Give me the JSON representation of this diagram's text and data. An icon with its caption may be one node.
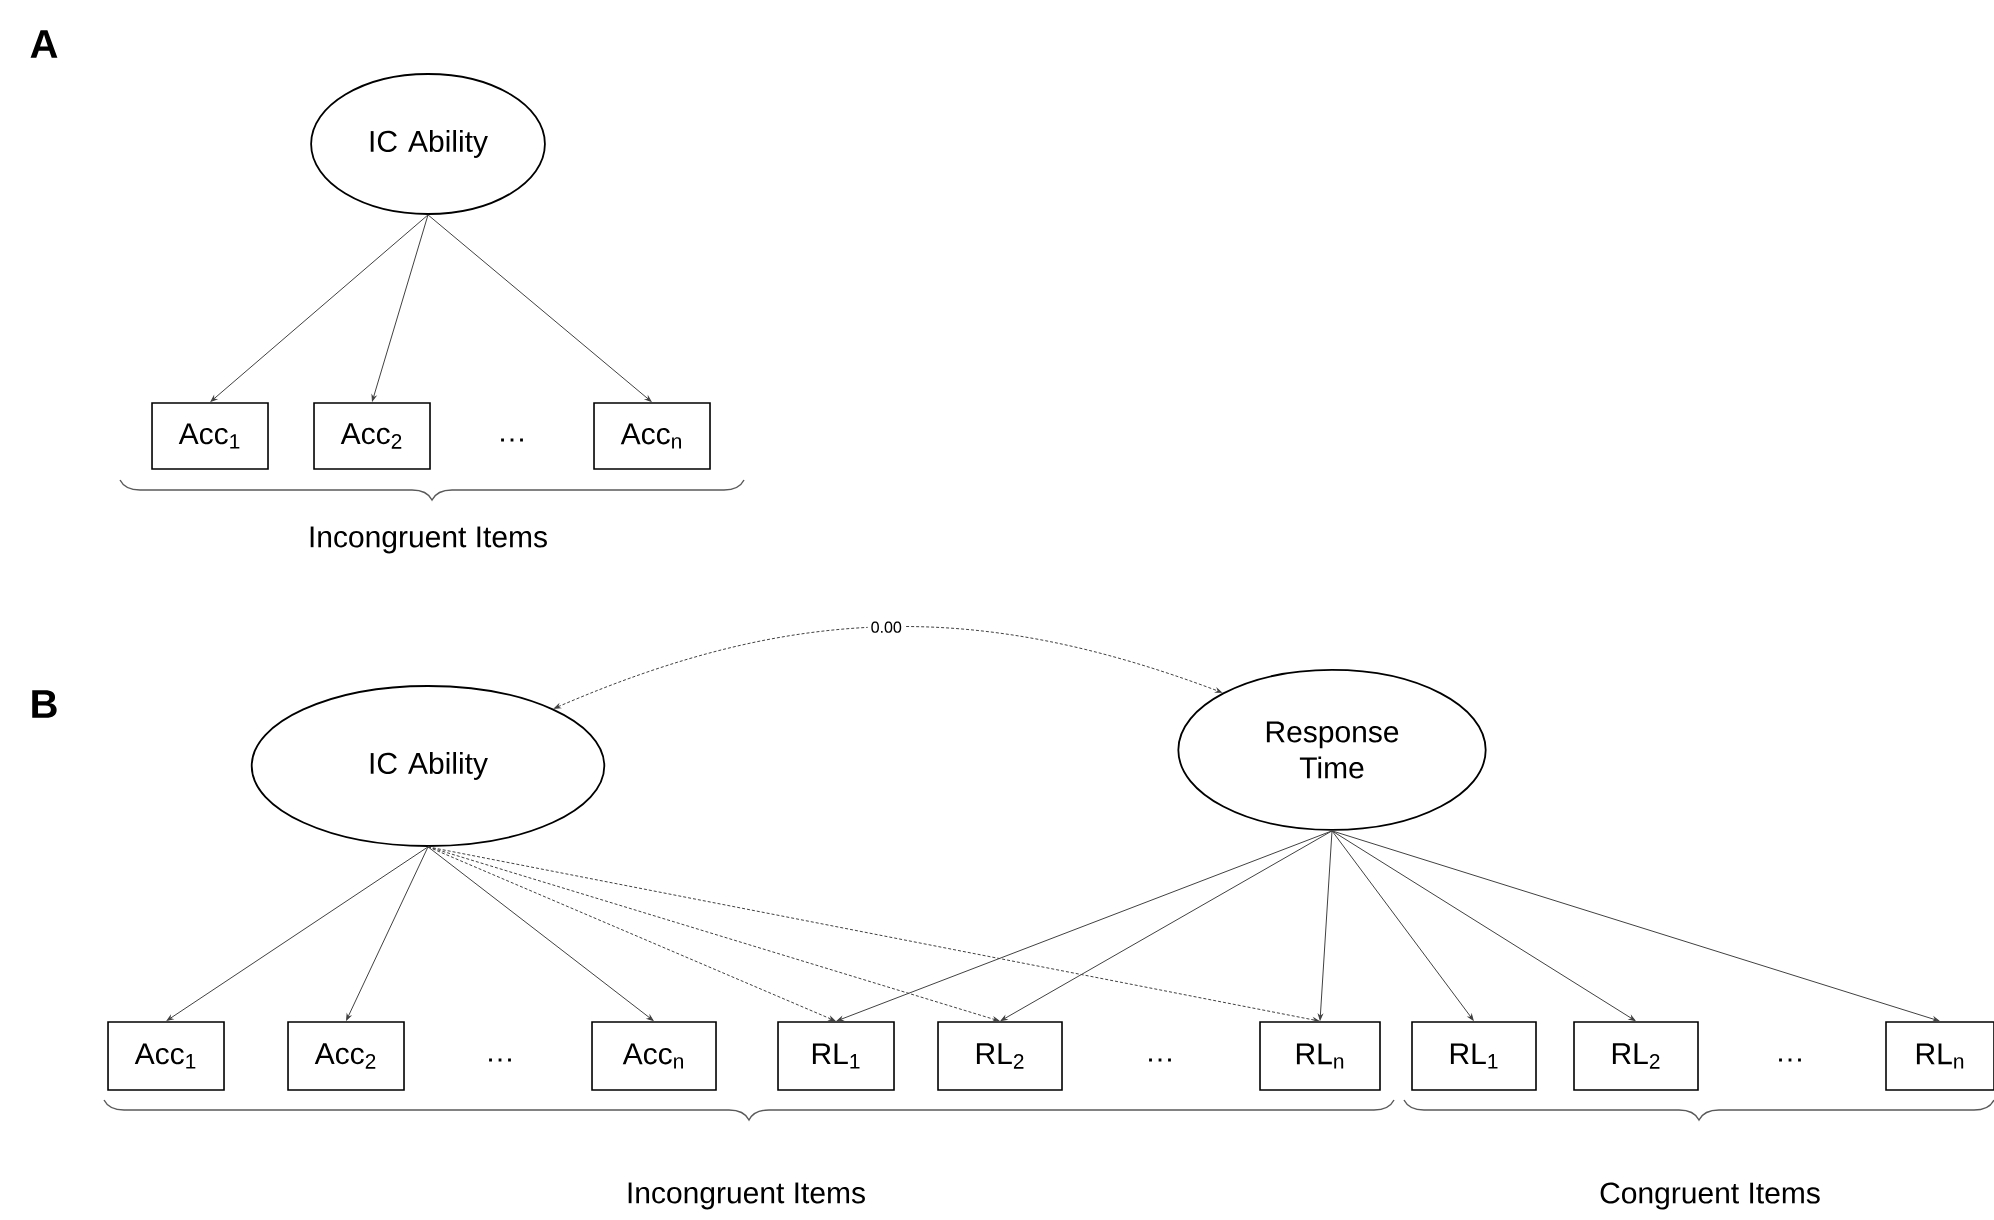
{
  "diagram": {
    "nodes": [
      {
        "text": [
          "IC Ability"
        ]
      },
      {
        "text": [
          "Acc$_{1}$"
        ]
      },
      {
        "text": [
          "Acc$_{2}$"
        ]
      },
      {
        "text": [
          "Acc$_{n}$"
        ]
      },
      {
        "text": [
          "IC Ability"
        ]
      },
      {
        "text": [
          "Response Time"
        ]
      },
      {
        "text": [
          "Acc$_{1}$"
        ]
      },
      {
        "text": [
          "Acc$_{2}$"
        ]
      },
      {
        "text": [
          "Acc$_{n}$"
        ]
      },
      {
        "text": [
          "RL$_{1}$"
        ]
      },
      {
        "text": [
          "RL$_{2}$"
        ]
      },
      {
        "text": [
          "RL$_{n}$"
        ]
      },
      {
        "text": [
          "RL$_{1}$"
        ]
      },
      {
        "text": [
          "RL$_{2}$"
        ]
      },
      {
        "text": [
          "RL$_{n}$"
        ]
      }
    ],
    "edges": [
      {
        "from": 0,
        "to": 1,
        "arrow": "to"
      },
      {
        "from": 0,
        "to": 2,
        "arrow": "to"
      },
      {
        "from": 0,
        "to": 3,
        "arrow": "to"
      },
      {
        "from": 4,
        "to": 5,
        "arrow": "both",
        "label": "0.00",
        "style": "dashed"
      },
      {
        "from": 4,
        "to": 6,
        "arrow": "to"
      },
      {
        "from": 4,
        "to": 7,
        "arrow": "to"
      },
      {
        "from": 4,
        "to": 8,
        "arrow": "to"
      },
      {
        "from": 4,
        "to": 9,
        "arrow": "to",
        "style": "dashed"
      },
      {
        "from": 4,
        "to": 10,
        "arrow": "to",
        "style": "dashed"
      },
      {
        "from": 4,
        "to": 11,
        "arrow": "to",
        "style": "dashed"
      },
      {
        "from": 5,
        "to": 9,
        "arrow": "to"
      },
      {
        "from": 5,
        "to": 10,
        "arrow": "to"
      },
      {
        "from": 5,
        "to": 11,
        "arrow": "to"
      },
      {
        "from": 5,
        "to": 12,
        "arrow": "to"
      },
      {
        "from": 5,
        "to": 13,
        "arrow": "to"
      },
      {
        "from": 5,
        "to": 14,
        "arrow": "to"
      }
    ],
    "labels": [
      "A",
      "…",
      "Incongruent Items",
      "B",
      "…",
      "…",
      "…",
      "Incongruent Items",
      "Congruent Items"
    ]
  }
}
